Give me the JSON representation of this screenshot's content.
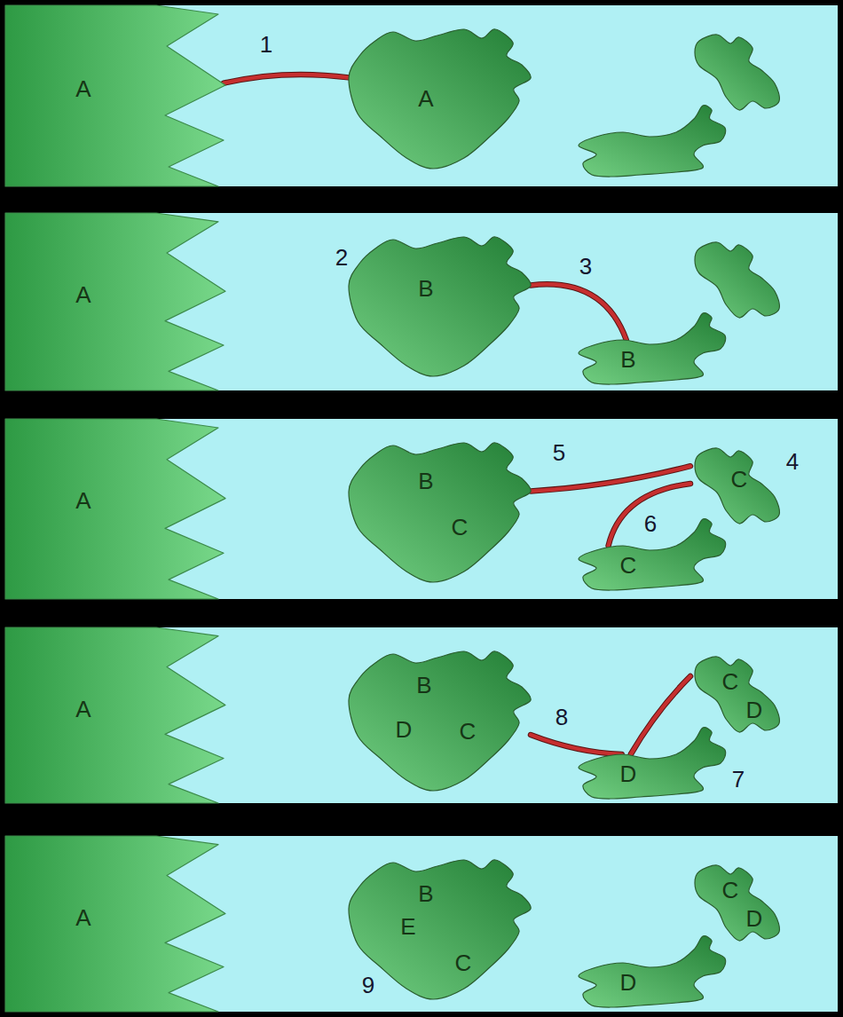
{
  "diagram": {
    "nodes": [
      {
        "text": [
          "A"
        ]
      },
      {
        "text": [
          "A"
        ]
      },
      {
        "text": [
          "A"
        ]
      },
      {
        "text": [
          "B"
        ]
      },
      {
        "text": [
          "B"
        ]
      },
      {
        "text": [
          "A"
        ]
      },
      {
        "text": [
          "B",
          "C"
        ]
      },
      {
        "text": [
          "C"
        ]
      },
      {
        "text": [
          "C"
        ]
      },
      {
        "text": [
          "A"
        ]
      },
      {
        "text": [
          "B",
          "D",
          "C"
        ]
      },
      {
        "text": [
          "C",
          "D"
        ]
      },
      {
        "text": [
          "D"
        ]
      },
      {
        "text": [
          "A"
        ]
      },
      {
        "text": [
          "B",
          "E",
          "C"
        ]
      },
      {
        "text": [
          "C",
          "D"
        ]
      },
      {
        "text": [
          "D"
        ]
      }
    ],
    "edges": [
      {
        "from": 0,
        "to": 1,
        "arrow": "none",
        "label": "1"
      },
      {
        "from": 3,
        "to": 4,
        "arrow": "none",
        "label": "3"
      },
      {
        "from": 6,
        "to": 7,
        "arrow": "none",
        "label": "5"
      },
      {
        "from": 7,
        "to": 8,
        "arrow": "none",
        "label": "6"
      },
      {
        "from": 12,
        "to": 10,
        "arrow": "none",
        "label": "8"
      },
      {
        "from": 12,
        "to": 11,
        "arrow": "none"
      }
    ],
    "labels": [
      "2",
      "4",
      "7",
      "9"
    ]
  }
}
